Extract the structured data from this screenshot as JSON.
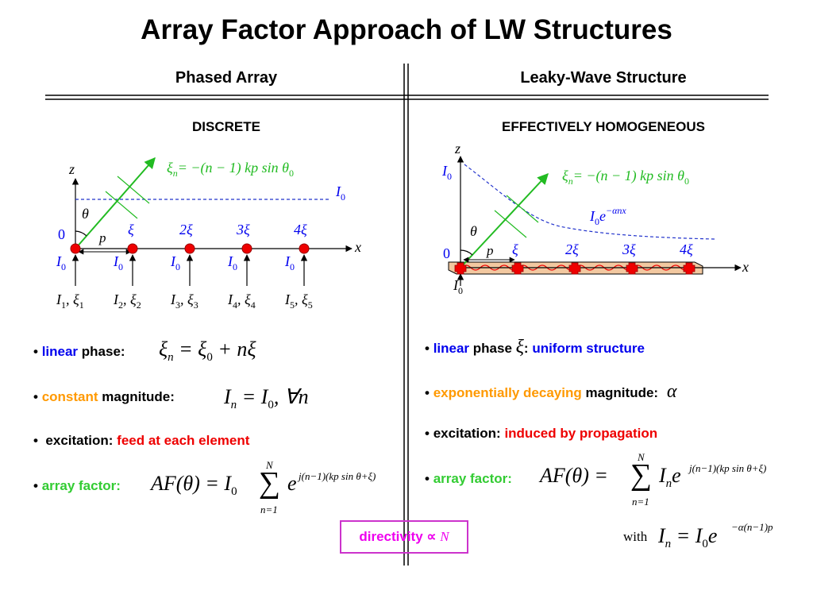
{
  "title": "Array Factor Approach of LW Structures",
  "left": {
    "heading": "Phased Array",
    "subheading": "DISCRETE",
    "diagram": {
      "axis_z": "z",
      "axis_x": "x",
      "origin": "0",
      "theta": "θ",
      "pitch": "p",
      "phase_eq": {
        "lhs": "ξ",
        "lhs_sub": "n",
        "rhs": "= −(n − 1) kp sin θ",
        "rhs_sub": "0"
      },
      "current_label": "I",
      "current_sub": "0",
      "phase_labels": [
        "ξ",
        "2ξ",
        "3ξ",
        "4ξ"
      ],
      "feed_labels": [
        {
          "base": "I",
          "sub": "0"
        },
        {
          "base": "I",
          "sub": "0"
        },
        {
          "base": "I",
          "sub": "0"
        },
        {
          "base": "I",
          "sub": "0"
        },
        {
          "base": "I",
          "sub": "0"
        }
      ],
      "element_labels": [
        {
          "text": "I",
          "sub": "1",
          "text2": ", ξ",
          "sub2": "1"
        },
        {
          "text": "I",
          "sub": "2",
          "text2": ", ξ",
          "sub2": "2"
        },
        {
          "text": "I",
          "sub": "3",
          "text2": ", ξ",
          "sub2": "3"
        },
        {
          "text": "I",
          "sub": "4",
          "text2": ", ξ",
          "sub2": "4"
        },
        {
          "text": "I",
          "sub": "5",
          "text2": ", ξ",
          "sub2": "5"
        }
      ]
    },
    "bullets": {
      "phase": {
        "dot": "•",
        "key": "linear",
        "rest": " phase:",
        "eq_a": "ξ",
        "eq_a_sub": "n",
        "eq_mid": " = ξ",
        "eq_mid_sub": "0",
        "eq_end": " + nξ"
      },
      "magnitude": {
        "dot": "•",
        "key": "constant",
        "rest": " magnitude:",
        "eq_a": "I",
        "eq_a_sub": "n",
        "eq_mid": " = I",
        "eq_mid_sub": "0",
        "eq_end": ", ∀n"
      },
      "excitation": {
        "dot": "•",
        "label": "excitation: ",
        "value": "feed at each element"
      },
      "array_factor": {
        "dot": "•",
        "label": "array factor:",
        "lhs": "AF(θ) = I",
        "lhs_sub": "0",
        "sum_top": "N",
        "sum_sym": "∑",
        "sum_bot": "n=1",
        "base": "e",
        "exponent": "j(n−1)(kp sin θ+ξ)"
      }
    }
  },
  "right": {
    "heading": "Leaky-Wave Structure",
    "subheading": "EFFECTIVELY HOMOGENEOUS",
    "diagram": {
      "axis_z": "z",
      "axis_x": "x",
      "origin": "0",
      "theta": "θ",
      "pitch": "p",
      "top_current": {
        "base": "I",
        "sub": "0"
      },
      "bottom_current": {
        "base": "I",
        "sub": "0"
      },
      "decay_label": {
        "base": "I",
        "sub": "0",
        "e": "e",
        "exp": "−αnx"
      },
      "phase_eq": {
        "lhs": "ξ",
        "lhs_sub": "n",
        "rhs": "= −(n − 1) kp sin θ",
        "rhs_sub": "0"
      },
      "phase_labels": [
        "ξ",
        "2ξ",
        "3ξ",
        "4ξ"
      ]
    },
    "bullets": {
      "phase": {
        "dot": "•",
        "key": "linear",
        "rest": " phase ",
        "sym": "ξ",
        "colon": ":",
        "value": " uniform structure"
      },
      "magnitude": {
        "dot": "•",
        "key": "exponentially decaying",
        "rest": " magnitude:",
        "sym": "α"
      },
      "excitation": {
        "dot": "•",
        "label": "excitation: ",
        "value": "induced by propagation"
      },
      "array_factor": {
        "dot": "•",
        "label": "array factor:",
        "lhs": "AF(θ) = ",
        "sum_top": "N",
        "sum_sym": "∑",
        "sum_bot": "n=1",
        "term": "I",
        "term_sub": "n",
        "base": "e",
        "exponent": "j(n−1)(kp sin θ+ξ)"
      },
      "with": {
        "word": "with",
        "lhs": "I",
        "lhs_sub": "n",
        "mid": " = I",
        "mid_sub": "0",
        "base": "e",
        "exponent": "−α(n−1)p"
      }
    }
  },
  "directivity": {
    "label": "directivity",
    "symbol": "∝",
    "var": "N"
  },
  "colors": {
    "blue": "#0000ee",
    "orange": "#ff9900",
    "red": "#ee0000",
    "green": "#33cc33",
    "magenta": "#ee00ee",
    "arrow_green": "#22bb22",
    "dash_blue": "#2233cc",
    "strip": "#f2c8a0"
  }
}
